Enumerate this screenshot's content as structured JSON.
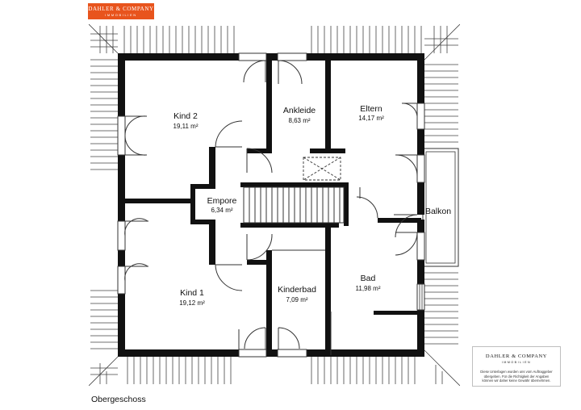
{
  "brand": {
    "logo_line1": "DAHLER & COMPANY",
    "logo_line2": "IMMOBILIEN",
    "logo_color": "#e8541d"
  },
  "floor": {
    "label": "Obergeschoss"
  },
  "rooms": [
    {
      "name": "Kind 2",
      "area": "19,11 m²"
    },
    {
      "name": "Ankleide",
      "area": "8,63 m²"
    },
    {
      "name": "Eltern",
      "area": "14,17 m²"
    },
    {
      "name": "Empore",
      "area": "6,34 m²"
    },
    {
      "name": "Balkon",
      "area": ""
    },
    {
      "name": "Kind 1",
      "area": "19,12 m²"
    },
    {
      "name": "Kinderbad",
      "area": "7,09 m²"
    },
    {
      "name": "Bad",
      "area": "11,98 m²"
    }
  ],
  "footnote": {
    "brand": "DAHLER & COMPANY",
    "sub": "IMMOBILIEN",
    "line1": "Diese Unterlagen wurden uns vom Auftraggeber",
    "line2": "übergeben. Für die Richtigkeit der Angaben",
    "line3": "können wir daher keine Gewähr übernehmen."
  },
  "colors": {
    "wall": "#111111",
    "line": "#333333",
    "accent": "#e8541d"
  }
}
